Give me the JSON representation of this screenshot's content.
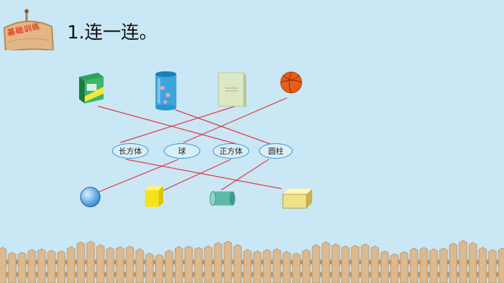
{
  "badge": {
    "text": "基础训练",
    "color": "#e8402a"
  },
  "title": "1.连一连。",
  "labels": [
    "长方体",
    "球",
    "正方体",
    "圆柱"
  ],
  "colors": {
    "background": "#c9e7f5",
    "line": "#e4343c",
    "label_border": "#2d8fd0",
    "fence": "#d8b48a"
  }
}
